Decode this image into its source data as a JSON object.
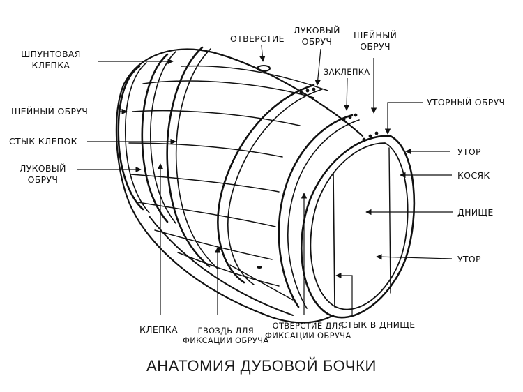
{
  "title": "АНАТОМИЯ ДУБОВОЙ БОЧКИ",
  "labels": {
    "shpuntovaya": [
      "ШПУНТОВАЯ",
      "КЛЕПКА"
    ],
    "sheyny_left": "ШЕЙНЫЙ ОБРУЧ",
    "styk_klepok": "СТЫК КЛЕПОК",
    "lukovy_left": [
      "ЛУКОВЫЙ",
      "ОБРУЧ"
    ],
    "otverstie": "ОТВЕРСТИЕ",
    "lukovy_top": [
      "ЛУКОВЫЙ",
      "ОБРУЧ"
    ],
    "sheyny_top": [
      "ШЕЙНЫЙ",
      "ОБРУЧ"
    ],
    "zaklepka": "ЗАКЛЕПКА",
    "utorny": "УТОРНЫЙ ОБРУЧ",
    "utor_top": "УТОР",
    "kosyak": "КОСЯК",
    "dnische": "ДНИЩЕ",
    "utor_bottom": "УТОР",
    "klepka": "КЛЕПКА",
    "gvozd": [
      "ГВОЗДЬ ДЛЯ",
      "ФИКСАЦИИ ОБРУЧА"
    ],
    "otverstie_fix": [
      "ОТВЕРСТИЕ ДЛЯ",
      "ФИКСАЦИИ ОБРУЧА"
    ],
    "styk_dnische": "СТЫК В ДНИЩЕ"
  },
  "colors": {
    "ink": "#111111",
    "background": "#ffffff"
  }
}
